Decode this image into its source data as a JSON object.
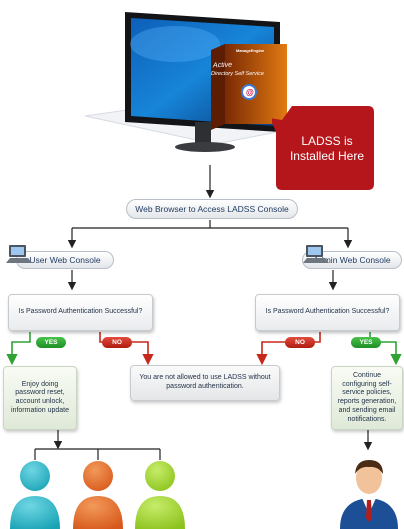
{
  "monitor": {
    "box_line1": "Active",
    "box_line2": "Directory Self Service",
    "brand": "ManageEngine"
  },
  "callout": {
    "line1": "LADSS is",
    "line2": "Installed Here"
  },
  "browser_node": "Web Browser to Access LADSS Console",
  "user_console": "User Web Console",
  "admin_console": "Admin Web Console",
  "question_left": "Is Password Authentication Successful?",
  "question_right": "Is Password Authentication Successful?",
  "yes_label": "YES",
  "no_label": "NO",
  "user_result": "Enjoy doing password reset, account unlock, information update",
  "denied_result": "You are not allowed to use LADSS without password authentication.",
  "admin_result": "Continue configuring self-service policies, reports generation, and sending email notifications.",
  "colors": {
    "yes": "#2fa334",
    "no": "#c8281b",
    "callout": "#b5161b",
    "user1": "#18a3b5",
    "user2": "#d6581a",
    "user3": "#8cc21c"
  }
}
